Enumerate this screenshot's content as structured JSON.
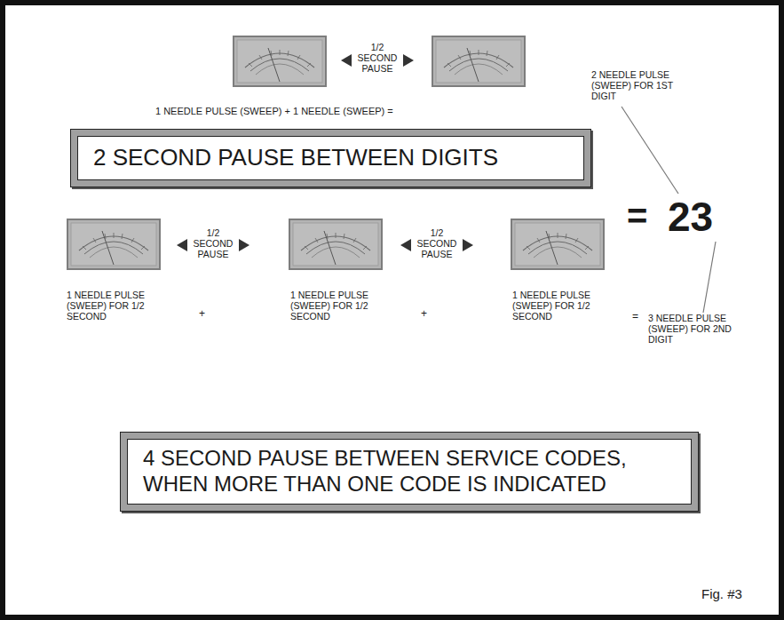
{
  "diagram": {
    "caption": "Fig. #3",
    "nodes": [
      {
        "text": [
          "2 SECOND PAUSE BETWEEN DIGITS"
        ]
      },
      {
        "text": [
          "4 SECOND PAUSE BETWEEN SERVICE CODES, WHEN MORE THAN ONE CODE IS INDICATED"
        ]
      }
    ],
    "labels": [
      "1/2 SECOND PAUSE",
      "1 NEEDLE PULSE (SWEEP) + 1 NEEDLE (SWEEP) =",
      "2 NEEDLE PULSE (SWEEP) FOR 1ST DIGIT",
      "=",
      "23",
      "1/2 SECOND PAUSE",
      "1/2 SECOND PAUSE",
      "1 NEEDLE PULSE (SWEEP) FOR 1/2 SECOND",
      "+",
      "1 NEEDLE PULSE (SWEEP) FOR 1/2 SECOND",
      "+",
      "1 NEEDLE PULSE (SWEEP) FOR 1/2 SECOND",
      "=",
      "3 NEEDLE PULSE (SWEEP) FOR 2ND DIGIT"
    ]
  }
}
